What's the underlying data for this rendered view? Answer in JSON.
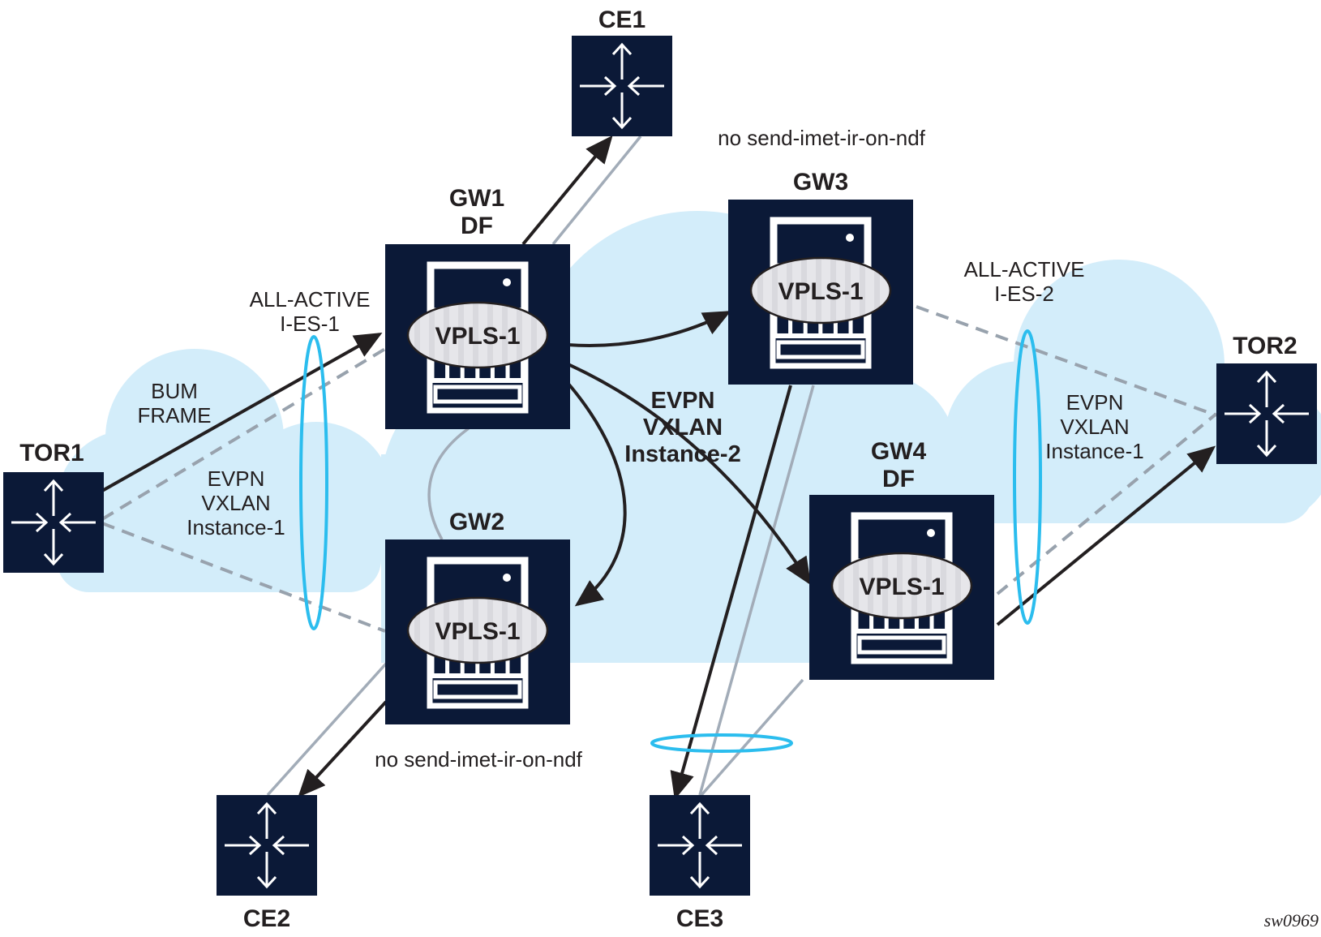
{
  "diagram": {
    "figure_id": "sw0969",
    "colors": {
      "node": "#0b1937",
      "cloud": "#d3edfa",
      "es_ring": "#2bbdee",
      "bum_path": "#231f20",
      "link_gray": "#a2acb8",
      "vxlan_dashed": "#98a2ad",
      "vpls_bubble": "#e6e6ea"
    },
    "nodes": {
      "ce1": {
        "label": "CE1",
        "type": "switch",
        "icon": "switch-arrows-icon"
      },
      "ce2": {
        "label": "CE2",
        "type": "switch",
        "icon": "switch-arrows-icon"
      },
      "ce3": {
        "label": "CE3",
        "type": "switch",
        "icon": "switch-arrows-icon"
      },
      "tor1": {
        "label": "TOR1",
        "type": "switch",
        "icon": "switch-arrows-icon"
      },
      "tor2": {
        "label": "TOR2",
        "type": "switch",
        "icon": "switch-arrows-icon"
      },
      "gw1": {
        "label": "GW1",
        "role": "DF",
        "service": "VPLS-1",
        "icon": "server-icon"
      },
      "gw2": {
        "label": "GW2",
        "role": "",
        "service": "VPLS-1",
        "icon": "server-icon"
      },
      "gw3": {
        "label": "GW3",
        "role": "",
        "service": "VPLS-1",
        "icon": "server-icon"
      },
      "gw4": {
        "label": "GW4",
        "role": "DF",
        "service": "VPLS-1",
        "icon": "server-icon"
      }
    },
    "annotations": {
      "es1_line1": "ALL-ACTIVE",
      "es1_line2": "I-ES-1",
      "es2_line1": "ALL-ACTIVE",
      "es2_line2": "I-ES-2",
      "bum_line1": "BUM",
      "bum_line2": "FRAME",
      "inst1_left_line1": "EVPN",
      "inst1_left_line2": "VXLAN",
      "inst1_left_line3": "Instance-1",
      "inst1_right_line1": "EVPN",
      "inst1_right_line2": "VXLAN",
      "inst1_right_line3": "Instance-1",
      "inst2_line1": "EVPN",
      "inst2_line2": "VXLAN",
      "inst2_line3": "Instance-2",
      "gw3_note": "no send-imet-ir-on-ndf",
      "gw2_note": "no send-imet-ir-on-ndf"
    },
    "links": [
      {
        "from": "TOR1",
        "to": "GW1",
        "style": "solid-arrow",
        "meaning": "BUM frame"
      },
      {
        "from": "TOR1",
        "to": "GW1",
        "style": "dashed"
      },
      {
        "from": "TOR1",
        "to": "GW2",
        "style": "dashed"
      },
      {
        "from": "GW1",
        "to": "CE1",
        "style": "solid-arrow"
      },
      {
        "from": "GW1",
        "to": "CE1",
        "style": "gray"
      },
      {
        "from": "GW1",
        "to": "GW3",
        "style": "solid-arrow"
      },
      {
        "from": "GW1",
        "to": "GW2",
        "style": "solid-arrow"
      },
      {
        "from": "GW1",
        "to": "GW4",
        "style": "solid-arrow"
      },
      {
        "from": "GW1",
        "to": "GW2",
        "style": "gray"
      },
      {
        "from": "GW2",
        "to": "CE2",
        "style": "solid-arrow"
      },
      {
        "from": "GW2",
        "to": "CE2",
        "style": "gray"
      },
      {
        "from": "GW3",
        "to": "CE3",
        "style": "solid-arrow"
      },
      {
        "from": "GW3",
        "to": "CE3",
        "style": "gray"
      },
      {
        "from": "GW4",
        "to": "CE3",
        "style": "gray"
      },
      {
        "from": "GW3",
        "to": "TOR2",
        "style": "dashed"
      },
      {
        "from": "GW4",
        "to": "TOR2",
        "style": "dashed"
      },
      {
        "from": "GW4",
        "to": "TOR2",
        "style": "solid-arrow"
      }
    ]
  }
}
